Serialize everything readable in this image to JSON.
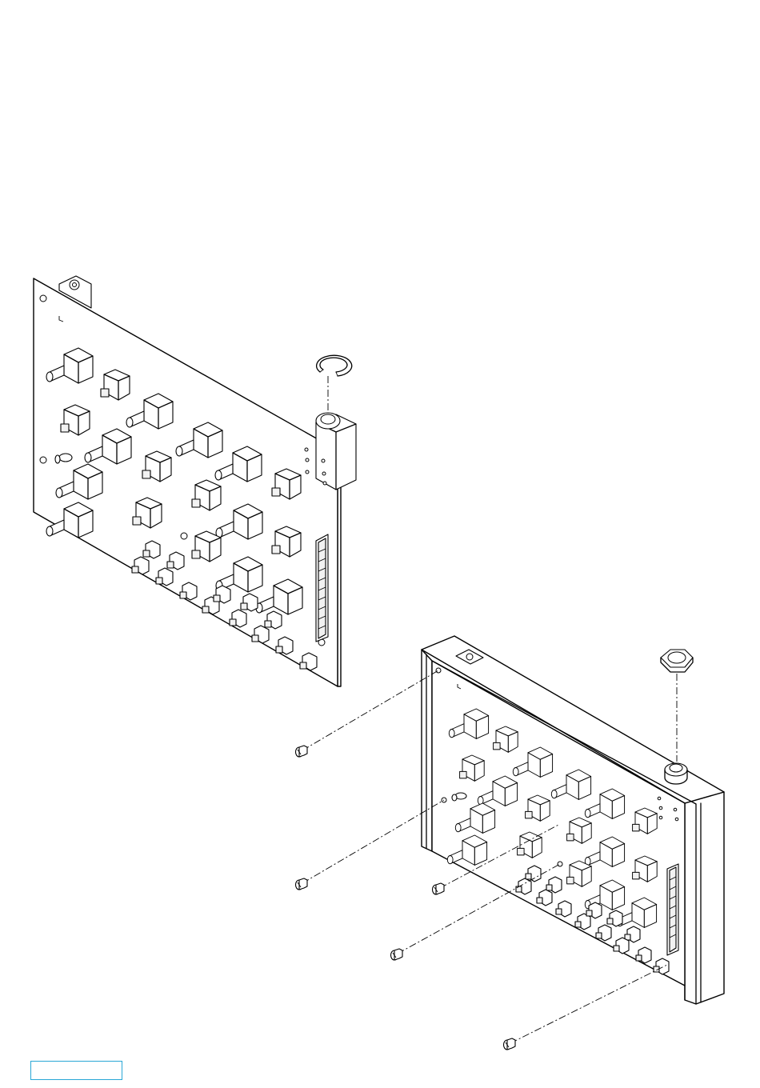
{
  "figure": {
    "page_box_label": ""
  },
  "colors": {
    "line": "#000000",
    "background": "#ffffff",
    "page_box_border": "#2aa7d6"
  },
  "parts": {
    "upper_assembly": [
      "circuit-board",
      "retaining-clip",
      "jack-bushing",
      "pcb-connector"
    ],
    "lower_assembly": [
      "chassis-frame",
      "circuit-board",
      "hex-nut",
      "jack-bushing",
      "pcb-connector"
    ],
    "fasteners": [
      "screw",
      "screw",
      "screw",
      "screw",
      "screw"
    ]
  }
}
